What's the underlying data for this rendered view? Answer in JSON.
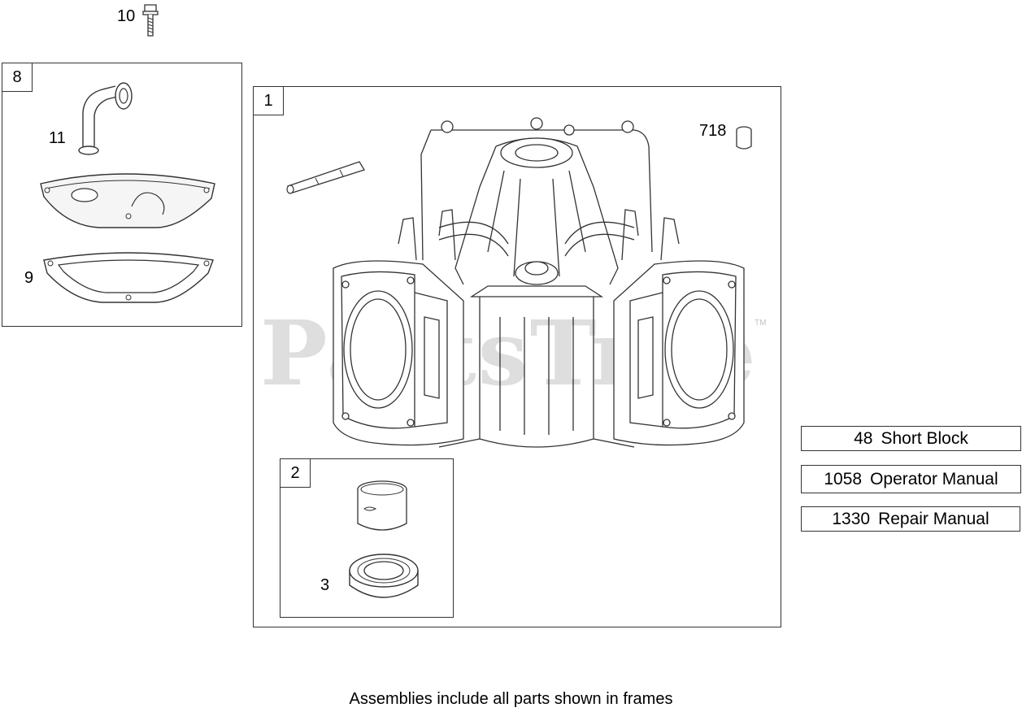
{
  "frames": {
    "frame_8": {
      "number": "8"
    },
    "frame_1": {
      "number": "1"
    },
    "frame_2": {
      "number": "2"
    }
  },
  "callouts": {
    "c10": "10",
    "c11": "11",
    "c9": "9",
    "c718": "718",
    "c3": "3"
  },
  "kit_list": [
    {
      "number": "48",
      "label": "Short Block"
    },
    {
      "number": "1058",
      "label": "Operator Manual"
    },
    {
      "number": "1330",
      "label": "Repair Manual"
    }
  ],
  "footer_note": "Assemblies include all parts shown in frames",
  "watermark": {
    "text": "PartsTree",
    "tm": "TM"
  },
  "colors": {
    "line": "#333333",
    "watermark": "#d4d4d4",
    "background": "#ffffff"
  }
}
